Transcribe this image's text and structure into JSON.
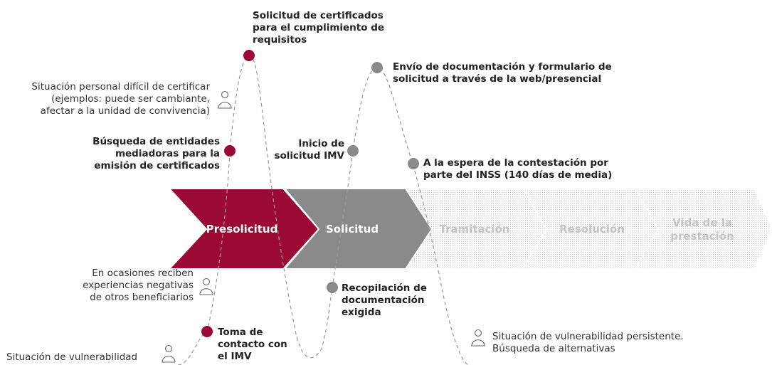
{
  "stages": [
    {
      "label": "Presolicitud",
      "color": "#9b0a34",
      "text_color": "#ffffff"
    },
    {
      "label": "Solicitud",
      "color": "#8a8a8a",
      "text_color": "#ffffff"
    },
    {
      "label": "Tramitación",
      "color": "#e9e9e9",
      "text_color": "#c4c4c4"
    },
    {
      "label": "Resolución",
      "color": "#e9e9e9",
      "text_color": "#c4c4c4"
    },
    {
      "label": "Vida de la",
      "label2": "prestación",
      "color": "#e9e9e9",
      "text_color": "#c4c4c4"
    }
  ],
  "steps": {
    "certificados": {
      "line1": "Solicitud de certificados",
      "line2": "para el cumplimiento de",
      "line3": "requisitos"
    },
    "entidades": {
      "line1": "Búsqueda de entidades",
      "line2": "mediadoras para la",
      "line3": "emisión de certificados"
    },
    "toma": {
      "line1": "Toma de",
      "line2": "contacto con",
      "line3": "el IMV"
    },
    "inicio": {
      "line1": "Inicio de",
      "line2": "solicitud IMV"
    },
    "envio": {
      "line1": "Envío de documentación y formulario de",
      "line2": "solicitud a través de la web/presencial"
    },
    "recopilacion": {
      "line1": "Recopilación de",
      "line2": "documentación",
      "line3": "exigida"
    },
    "espera": {
      "line1": "A la espera de la contestación por",
      "line2": "parte del INSS (140 días de media)"
    }
  },
  "notes": {
    "situacion_personal": {
      "line1": "Situación personal difícil de certificar",
      "line2": "(ejemplos: puede ser cambiante,",
      "line3": "afectar a la unidad de convivencia)"
    },
    "experiencias": {
      "line1": "En ocasiones reciben",
      "line2": "experiencias negativas",
      "line3": "de otros beneficiarios"
    },
    "vulnerabilidad": {
      "line1": "Situación de vulnerabilidad"
    },
    "persistente": {
      "line1": "Situación de vulnerabilidad persistente.",
      "line2": "Búsqueda de alternativas"
    }
  },
  "colors": {
    "accent": "#9b0a34",
    "grey": "#8a8a8a",
    "line": "#9a9a9a"
  },
  "icons": [
    "person-icon"
  ]
}
